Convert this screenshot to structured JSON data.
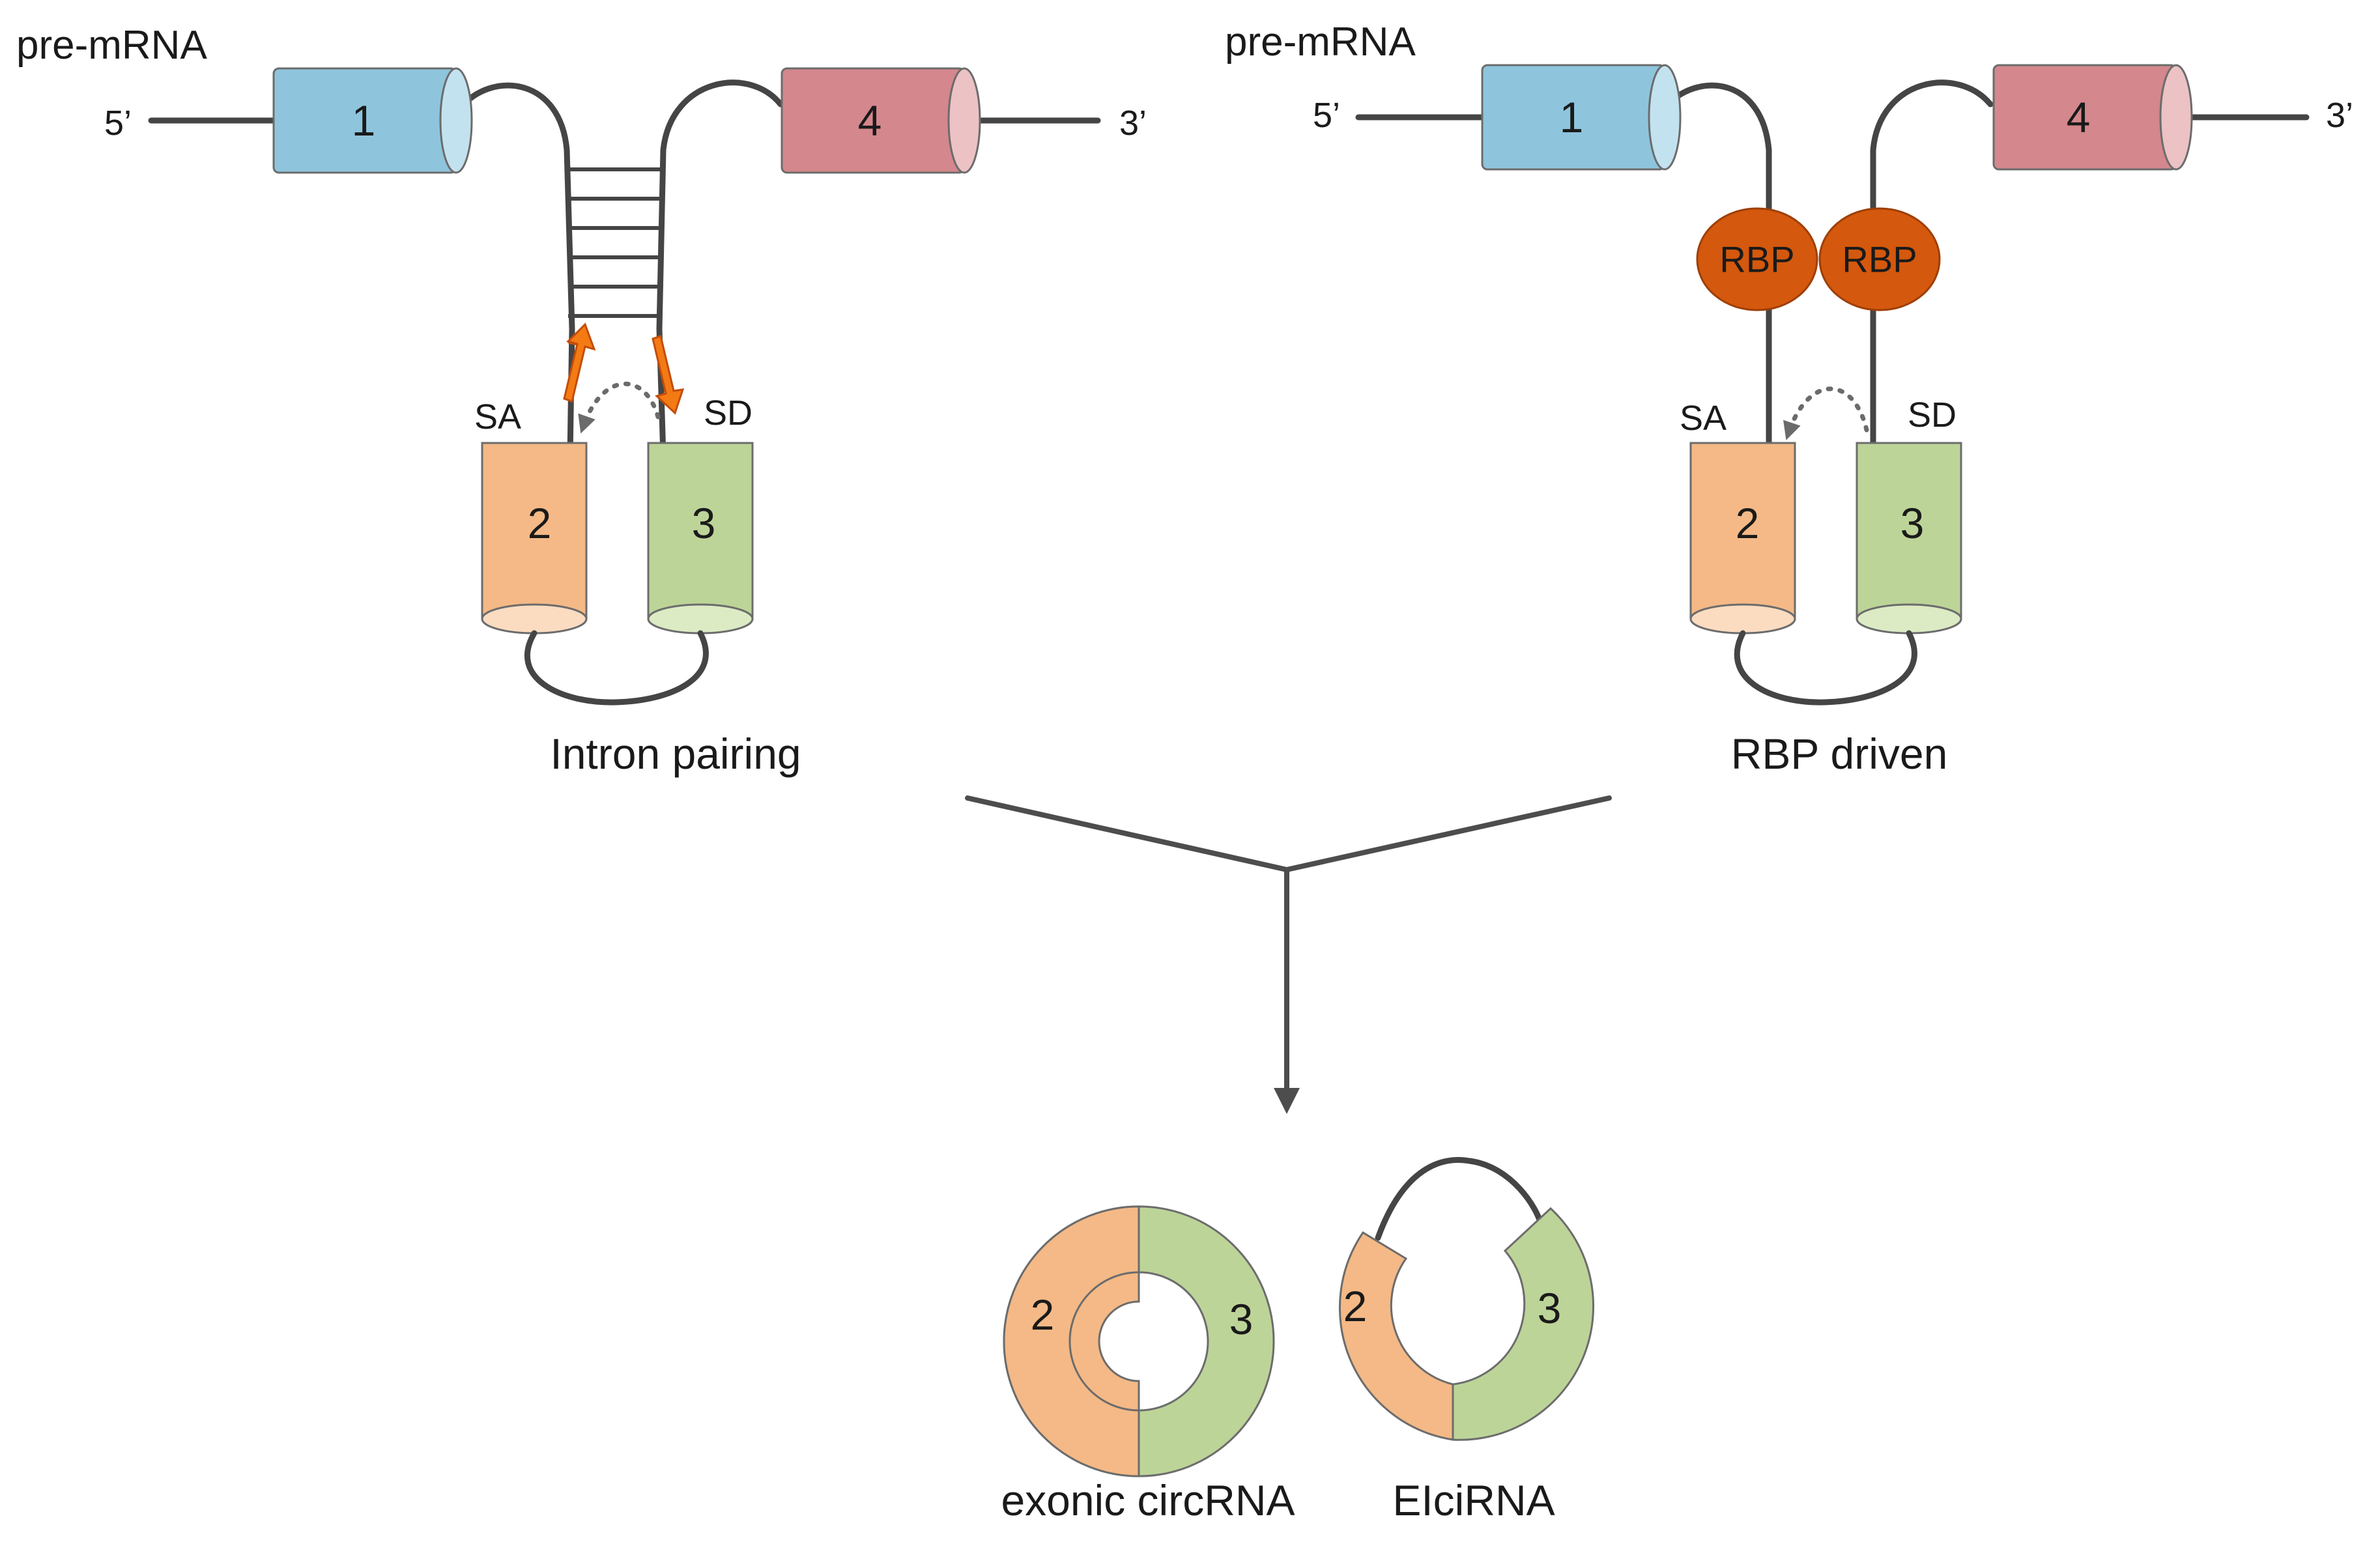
{
  "colors": {
    "exon1": "#8ec5dc",
    "exon1_cap": "#c3e2ef",
    "exon2": "#f4b986",
    "exon2_cap": "#fbdcc1",
    "exon3": "#bdd498",
    "exon3_cap": "#dcebc4",
    "exon4": "#d4878c",
    "exon4_cap": "#ecc2c4",
    "rbp": "#d4580d",
    "arrow": "#f47a14",
    "strand": "#454545"
  },
  "left_panel": {
    "pre_mrna_label": "pre-mRNA",
    "five_prime": "5’",
    "three_prime": "3’",
    "exon_labels": [
      "1",
      "2",
      "3",
      "4"
    ],
    "sa_label": "SA",
    "sd_label": "SD",
    "caption": "Intron pairing"
  },
  "right_panel": {
    "pre_mrna_label": "pre-mRNA",
    "five_prime": "5’",
    "three_prime": "3’",
    "exon_labels": [
      "1",
      "2",
      "3",
      "4"
    ],
    "sa_label": "SA",
    "sd_label": "SD",
    "rbp_labels": [
      "RBP",
      "RBP"
    ],
    "caption": "RBP driven"
  },
  "products": {
    "exonic": {
      "label": "exonic circRNA",
      "segment_labels": [
        "2",
        "3"
      ]
    },
    "eicirc": {
      "label": "EIciRNA",
      "segment_labels": [
        "2",
        "3"
      ]
    }
  }
}
